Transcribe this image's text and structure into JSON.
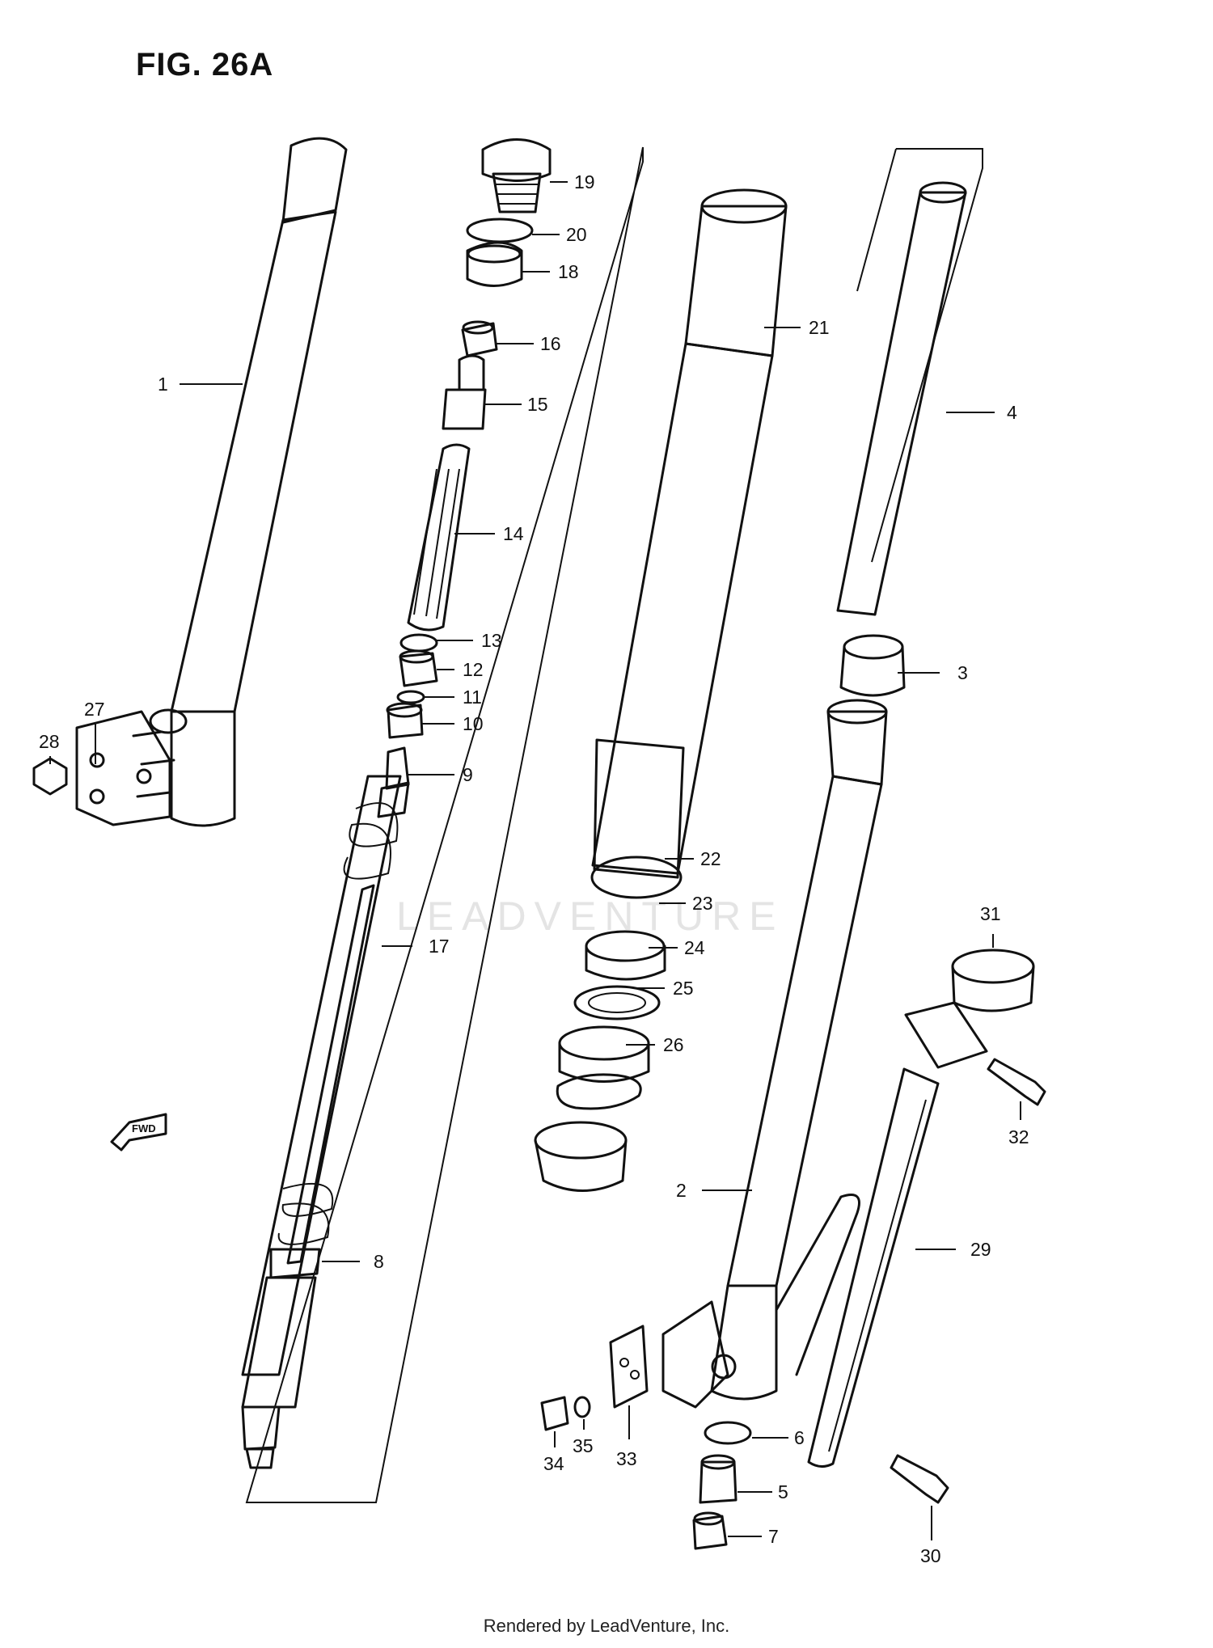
{
  "figure": {
    "title": "FIG. 26A"
  },
  "watermark": "LEADVENTURE",
  "footer": "Rendered by LeadVenture, Inc.",
  "fwd_icon": {
    "icon": "fwd-arrow-icon",
    "text": "FWD"
  },
  "callouts": [
    {
      "id": "1",
      "label": "1"
    },
    {
      "id": "2",
      "label": "2"
    },
    {
      "id": "3",
      "label": "3"
    },
    {
      "id": "4",
      "label": "4"
    },
    {
      "id": "5",
      "label": "5"
    },
    {
      "id": "6",
      "label": "6"
    },
    {
      "id": "7",
      "label": "7"
    },
    {
      "id": "8",
      "label": "8"
    },
    {
      "id": "9",
      "label": "9"
    },
    {
      "id": "10",
      "label": "10"
    },
    {
      "id": "11",
      "label": "11"
    },
    {
      "id": "12",
      "label": "12"
    },
    {
      "id": "13",
      "label": "13"
    },
    {
      "id": "14",
      "label": "14"
    },
    {
      "id": "15",
      "label": "15"
    },
    {
      "id": "16",
      "label": "16"
    },
    {
      "id": "17",
      "label": "17"
    },
    {
      "id": "18",
      "label": "18"
    },
    {
      "id": "19",
      "label": "19"
    },
    {
      "id": "20",
      "label": "20"
    },
    {
      "id": "21",
      "label": "21"
    },
    {
      "id": "22",
      "label": "22"
    },
    {
      "id": "23",
      "label": "23"
    },
    {
      "id": "24",
      "label": "24"
    },
    {
      "id": "25",
      "label": "25"
    },
    {
      "id": "26",
      "label": "26"
    },
    {
      "id": "27",
      "label": "27"
    },
    {
      "id": "28",
      "label": "28"
    },
    {
      "id": "29",
      "label": "29"
    },
    {
      "id": "30",
      "label": "30"
    },
    {
      "id": "31",
      "label": "31"
    },
    {
      "id": "32",
      "label": "32"
    },
    {
      "id": "33",
      "label": "33"
    },
    {
      "id": "34",
      "label": "34"
    },
    {
      "id": "35",
      "label": "35"
    }
  ]
}
